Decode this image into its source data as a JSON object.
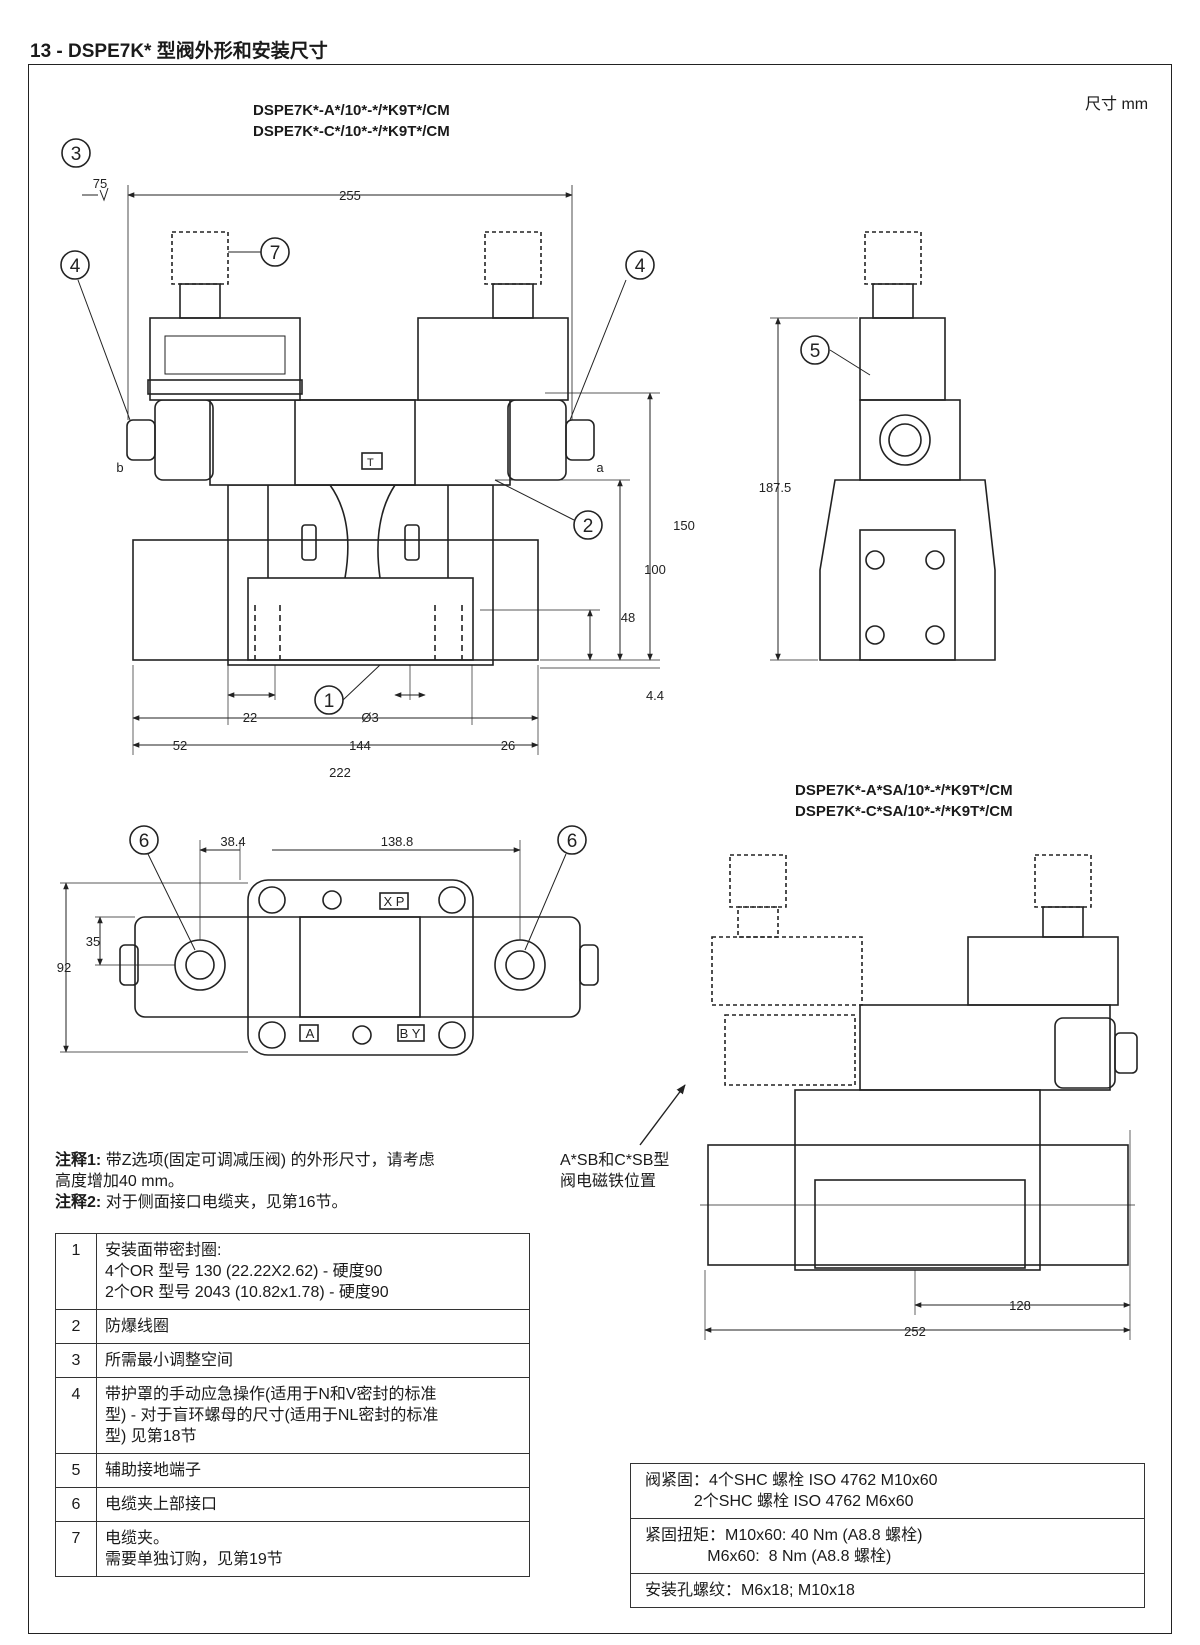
{
  "header": {
    "title": "13 - DSPE7K* 型阀外形和安装尺寸"
  },
  "unit": "尺寸  mm",
  "models": {
    "top_line1": "DSPE7K*-A*/10*-*/*K9T*/CM",
    "top_line2": "DSPE7K*-C*/10*-*/*K9T*/CM",
    "sa_line1": "DSPE7K*-A*SA/10*-*/*K9T*/CM",
    "sa_line2": "DSPE7K*-C*SA/10*-*/*K9T*/CM"
  },
  "callouts": [
    "1",
    "2",
    "3",
    "4",
    "5",
    "6",
    "7"
  ],
  "dimensions": {
    "d75": "75",
    "d255": "255",
    "d150": "150",
    "d100": "100",
    "d48": "48",
    "d4_4": "4.4",
    "d187_5": "187.5",
    "d22": "22",
    "d3": "Ø3",
    "d52": "52",
    "d144": "144",
    "d26": "26",
    "d222": "222",
    "d38_4": "38.4",
    "d138_8": "138.8",
    "d35": "35",
    "d92": "92",
    "d128": "128",
    "d252": "252",
    "port_a": "a",
    "port_b": "b",
    "port_A": "A",
    "port_BY": "B Y",
    "port_XP": "X P",
    "port_T": "T"
  },
  "notes": {
    "n1_label": "注释1:",
    "n1_text": "带Z选项(固定可调减压阀) 的外形尺寸，请考虑",
    "n1_text2": "高度增加40 mm。",
    "n2_label": "注释2:",
    "n2_text": "对于侧面接口电缆夹，见第16节。"
  },
  "arrow_note": {
    "line1": "A*SB和C*SB型",
    "line2": "阀电磁铁位置"
  },
  "legend": [
    {
      "num": "1",
      "lines": [
        "安装面带密封圈:",
        "4个OR 型号 130 (22.22X2.62) - 硬度90",
        "2个OR 型号 2043 (10.82x1.78) - 硬度90"
      ]
    },
    {
      "num": "2",
      "lines": [
        "防爆线圈"
      ]
    },
    {
      "num": "3",
      "lines": [
        "所需最小调整空间"
      ]
    },
    {
      "num": "4",
      "lines": [
        "带护罩的手动应急操作(适用于N和V密封的标准",
        "型) - 对于盲环螺母的尺寸(适用于NL密封的标准",
        "型) 见第18节"
      ]
    },
    {
      "num": "5",
      "lines": [
        "辅助接地端子"
      ]
    },
    {
      "num": "6",
      "lines": [
        "电缆夹上部接口"
      ]
    },
    {
      "num": "7",
      "lines": [
        "电缆夹。",
        "需要单独订购，见第19节"
      ]
    }
  ],
  "spec": [
    {
      "lines": [
        "阀紧固：4个SHC 螺栓 ISO 4762 M10x60",
        "           2个SHC 螺栓 ISO 4762 M6x60"
      ]
    },
    {
      "lines": [
        "紧固扭矩：M10x60: 40 Nm (A8.8 螺栓)",
        "              M6x60:  8 Nm (A8.8 螺栓)"
      ]
    },
    {
      "lines": [
        "安装孔螺纹：M6x18; M10x18"
      ]
    }
  ]
}
